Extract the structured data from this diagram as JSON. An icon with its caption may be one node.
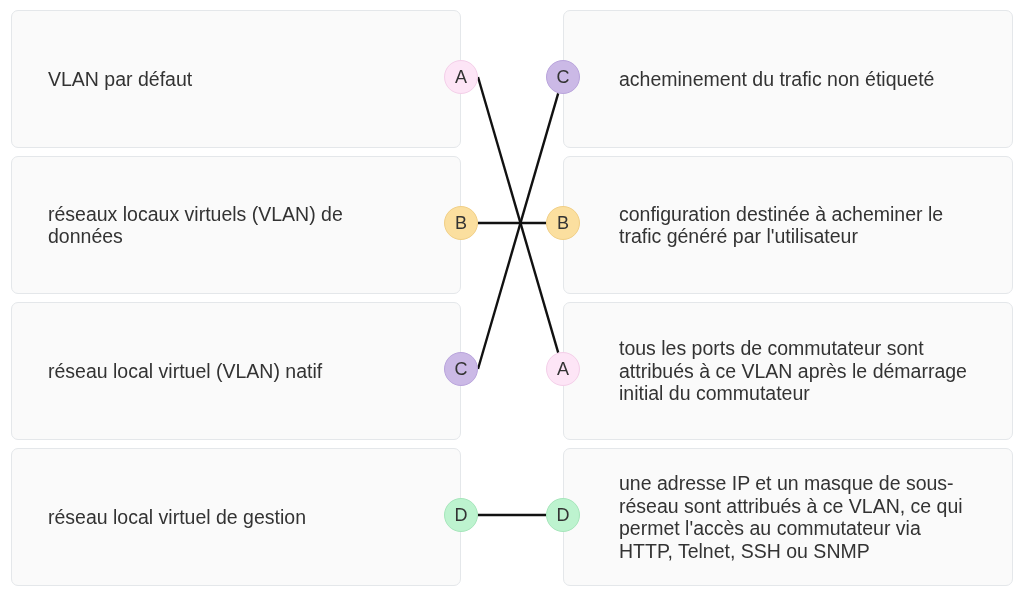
{
  "diagram": {
    "nodes": [
      {
        "text": [
          "VLAN par défaut"
        ]
      },
      {
        "text": [
          "A"
        ]
      },
      {
        "text": [
          "C"
        ]
      },
      {
        "text": [
          "acheminement du trafic non étiqueté"
        ]
      },
      {
        "text": [
          "réseaux locaux virtuels (VLAN) de données"
        ]
      },
      {
        "text": [
          "B"
        ]
      },
      {
        "text": [
          "B"
        ]
      },
      {
        "text": [
          "configuration destinée à acheminer le trafic généré par l'utilisateur"
        ]
      },
      {
        "text": [
          "réseau local virtuel (VLAN) natif"
        ]
      },
      {
        "text": [
          "C"
        ]
      },
      {
        "text": [
          "A"
        ]
      },
      {
        "text": [
          "tous les ports de commutateur sont attribués à ce VLAN après le démarrage initial du commutateur"
        ]
      },
      {
        "text": [
          "réseau local virtuel de gestion"
        ]
      },
      {
        "text": [
          "D"
        ]
      },
      {
        "text": [
          "D"
        ]
      },
      {
        "text": [
          "une adresse IP et un masque de sous-réseau sont attribués à ce VLAN, ce qui permet l'accès au commutateur via HTTP, Telnet, SSH ou SNMP"
        ]
      }
    ],
    "edges": [
      {
        "from": 1,
        "to": 10,
        "arrow": "none"
      },
      {
        "from": 5,
        "to": 6,
        "arrow": "none"
      },
      {
        "from": 9,
        "to": 2,
        "arrow": "none"
      },
      {
        "from": 13,
        "to": 14,
        "arrow": "none"
      }
    ]
  }
}
